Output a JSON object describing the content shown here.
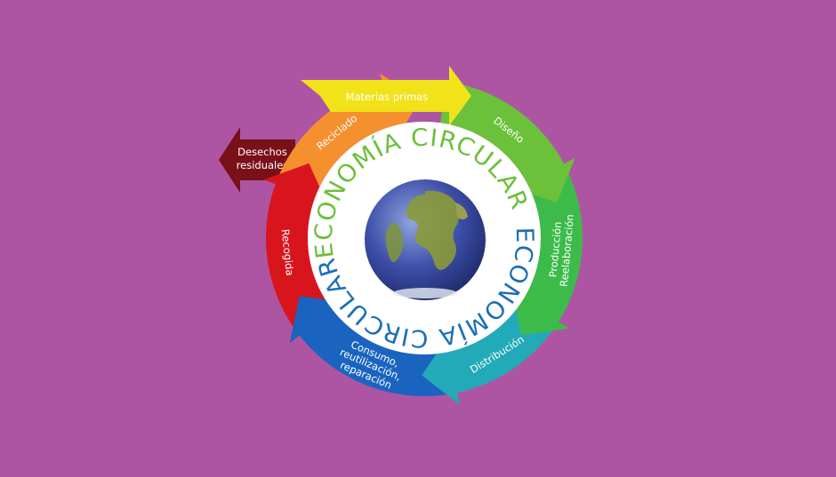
{
  "diagram": {
    "title_top": "ECONOMÍA CIRCULAR",
    "title_bottom": "ECONOMÍA CIRCULAR",
    "title_top_color": "#6cbf3a",
    "title_bottom_color": "#1b6fb5",
    "background": "#ad55a3",
    "raw_materials": {
      "label": "Materias primas",
      "color": "#f1e21a"
    },
    "waste": {
      "label_line1": "Desechos",
      "label_line2": "residuales",
      "color": "#7a1018"
    },
    "stages": [
      {
        "label": [
          "Diseño"
        ],
        "color": "#6cc13a"
      },
      {
        "label": [
          "Producción",
          "Reelaboración"
        ],
        "color": "#3dbb4a"
      },
      {
        "label": [
          "Distribución"
        ],
        "color": "#22aab8"
      },
      {
        "label": [
          "Consumo,",
          "reutilización,",
          "reparación"
        ],
        "color": "#1a64c0"
      },
      {
        "label": [
          "Recogida"
        ],
        "color": "#d8151d"
      },
      {
        "label": [
          "Reciclado"
        ],
        "color": "#f5902e"
      }
    ]
  }
}
